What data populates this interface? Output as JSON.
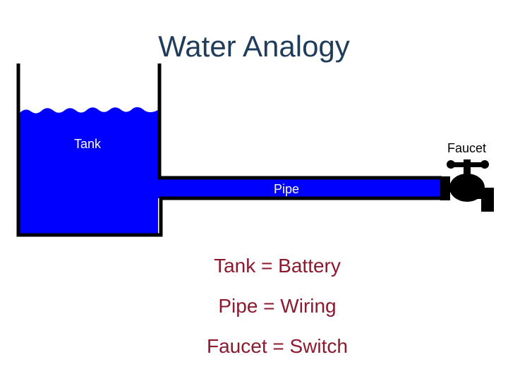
{
  "slide": {
    "title": "Water Analogy"
  },
  "diagram": {
    "tank_label": "Tank",
    "pipe_label": "Pipe",
    "faucet_label": "Faucet",
    "colors": {
      "water": "#0000ff",
      "outline": "#000000",
      "faucet": "#000000"
    }
  },
  "analogies": [
    "Tank = Battery",
    "Pipe = Wiring",
    "Faucet = Switch"
  ],
  "colors": {
    "title": "#1f3c5a",
    "analogy_text": "#8b1a2e"
  }
}
